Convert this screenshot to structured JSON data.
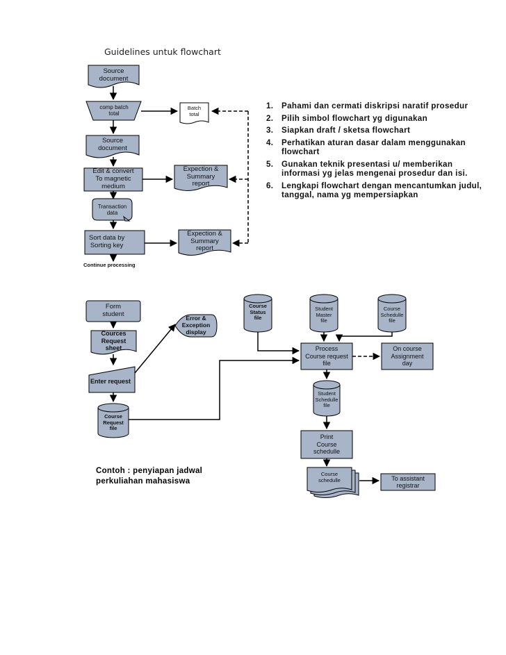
{
  "title": "Guidelines untuk flowchart",
  "top_flow": {
    "source_doc_1": "Source\ndocument",
    "comp_batch": "comp batch\ntotal",
    "batch_total": "Batch\ntotal",
    "source_doc_2": "Source\ndocument",
    "edit_convert": "Edit & convert\nTo magnetic\nmedium",
    "exception_1": "Expection &\nSummary\nreport",
    "transaction": "Transaction\ndata",
    "sort_data": "Sort data by\nSorting key",
    "exception_2": "Expection &\nSummary\nreport",
    "continue": "Continue processing"
  },
  "guidelines": [
    {
      "num": "1.",
      "text": "Pahami dan cermati diskripsi naratif prosedur"
    },
    {
      "num": "2.",
      "text": "Pilih simbol flowchart yg digunakan"
    },
    {
      "num": "3.",
      "text": "Siapkan draft / sketsa flowchart"
    },
    {
      "num": "4.",
      "text": "Perhatikan aturan dasar dalam menggunakan flowchart"
    },
    {
      "num": "5.",
      "text": "Gunakan teknik presentasi u/ memberikan informasi yg jelas mengenai prosedur dan isi."
    },
    {
      "num": "6.",
      "text": "Lengkapi flowchart dengan mencantumkan judul, tanggal, nama yg mempersiapkan"
    }
  ],
  "bottom_flow": {
    "form_student": "Form\nstudent",
    "course_request_sheet": "Cources\nRequest\nsheet",
    "error_exception": "Error &\nException\ndisplay",
    "enter_request": "Enter request",
    "course_request_file": "Course\nRequest\nfile",
    "course_status_file": "Course\nStatus\nfile",
    "student_master_file": "Student\nMaster\nfile",
    "course_schedule_file": "Course\nSchedulle\nfile",
    "process": "Process\nCourse request\nfile",
    "on_course": "On course\nAssignment\nday",
    "student_schedule_file": "Student\nSchedulle\nfile",
    "print": "Print\nCourse\nschedulle",
    "course_schedule_doc": "Course\nschedulle",
    "to_assistant": "To assistant\nregistrar"
  },
  "example_caption": "Contoh : penyiapan jadwal\nperkuliahan mahasiswa",
  "colors": {
    "shape_fill": "#a8b4c8",
    "stroke": "#000000"
  }
}
